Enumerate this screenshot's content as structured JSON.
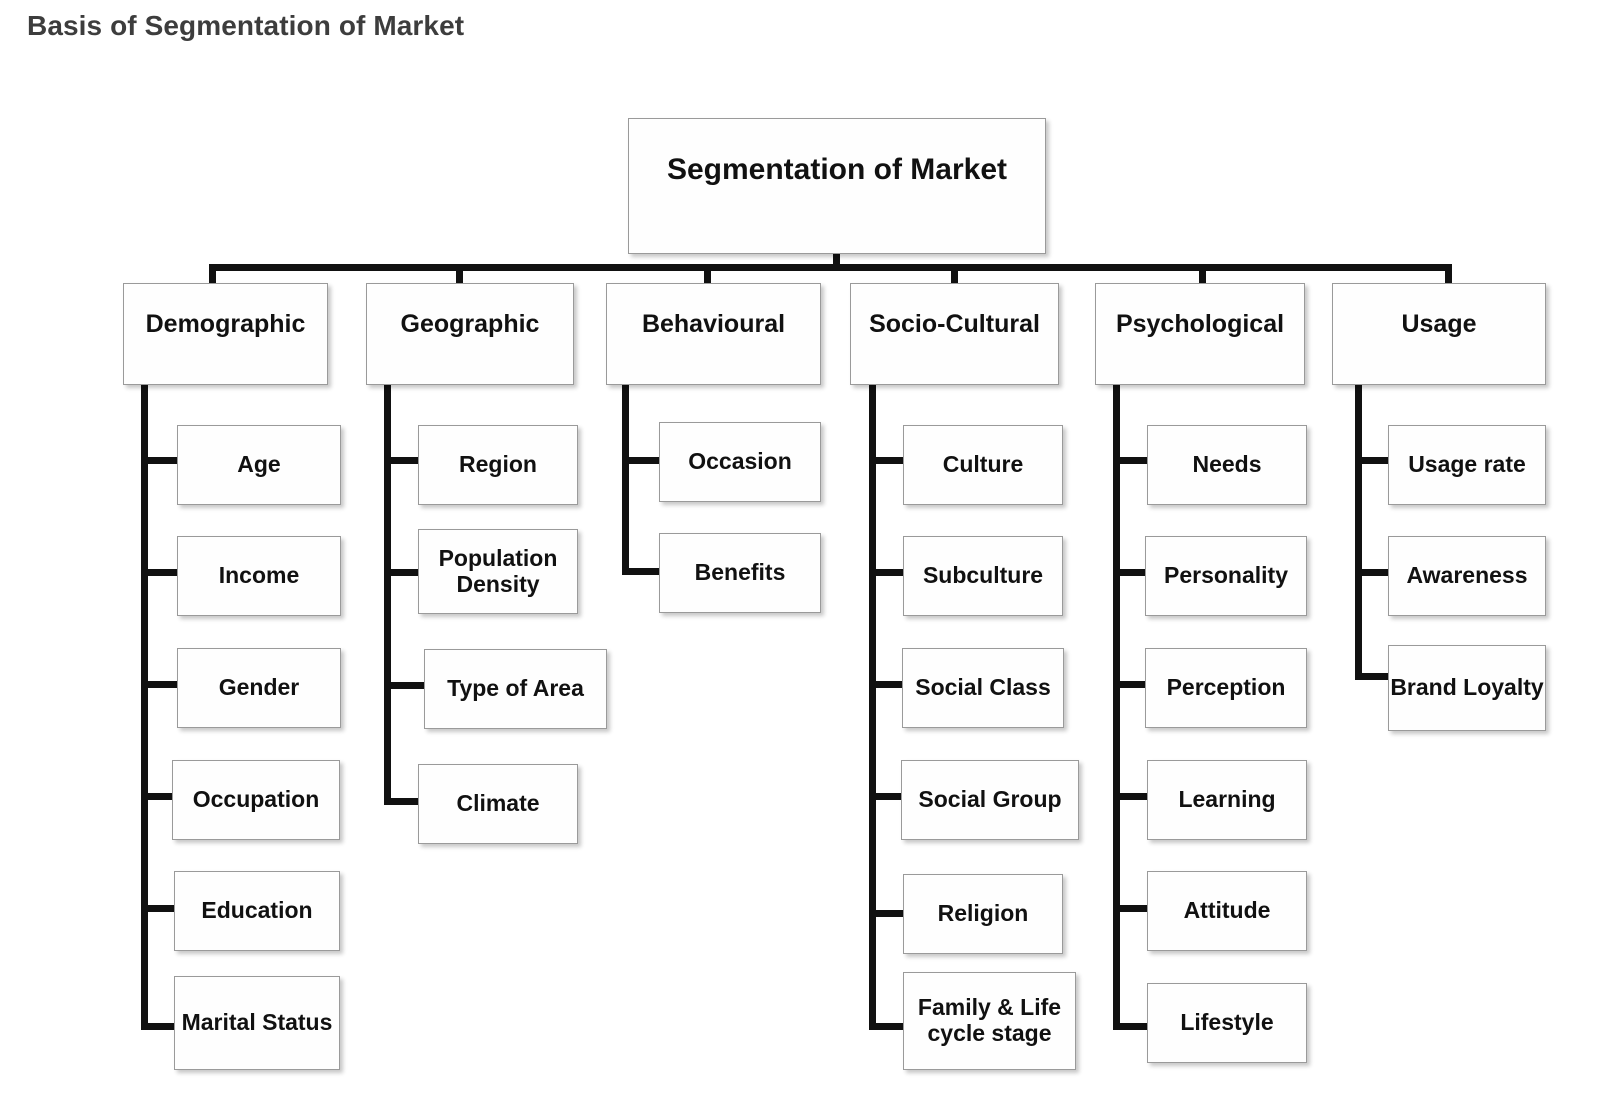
{
  "title": "Basis of Segmentation of Market",
  "chart_data": {
    "type": "diagram",
    "diagram_kind": "hierarchy-tree",
    "title": "Basis of Segmentation of Market",
    "root": "Segmentation of Market",
    "levels": 3,
    "branch_count": 6,
    "total_leaf_count": 23
  },
  "root": {
    "label": "Segmentation of Market"
  },
  "branches": [
    {
      "id": "demographic",
      "label": "Demographic",
      "children": [
        {
          "label": "Age"
        },
        {
          "label": "Income"
        },
        {
          "label": "Gender"
        },
        {
          "label": "Occupation"
        },
        {
          "label": "Education"
        },
        {
          "label": "Marital Status"
        }
      ]
    },
    {
      "id": "geographic",
      "label": "Geographic",
      "children": [
        {
          "label": "Region"
        },
        {
          "label": "Population Density"
        },
        {
          "label": "Type of Area"
        },
        {
          "label": "Climate"
        }
      ]
    },
    {
      "id": "behavioural",
      "label": "Behavioural",
      "children": [
        {
          "label": "Occasion"
        },
        {
          "label": "Benefits"
        }
      ]
    },
    {
      "id": "socio-cultural",
      "label": "Socio-Cultural",
      "children": [
        {
          "label": "Culture"
        },
        {
          "label": "Subculture"
        },
        {
          "label": "Social Class"
        },
        {
          "label": "Social Group"
        },
        {
          "label": "Religion"
        },
        {
          "label": "Family & Life cycle stage"
        }
      ]
    },
    {
      "id": "psychological",
      "label": "Psychological",
      "children": [
        {
          "label": "Needs"
        },
        {
          "label": "Personality"
        },
        {
          "label": "Perception"
        },
        {
          "label": "Learning"
        },
        {
          "label": "Attitude"
        },
        {
          "label": "Lifestyle"
        }
      ]
    },
    {
      "id": "usage",
      "label": "Usage",
      "children": [
        {
          "label": "Usage rate"
        },
        {
          "label": "Awareness"
        },
        {
          "label": "Brand Loyalty"
        }
      ]
    }
  ],
  "colors": {
    "background": "#ffffff",
    "title_text": "#3d3d3d",
    "box_fill": "#fefefe",
    "box_border": "#9a9a9a",
    "connector": "#111111",
    "node_text": "#111111"
  }
}
